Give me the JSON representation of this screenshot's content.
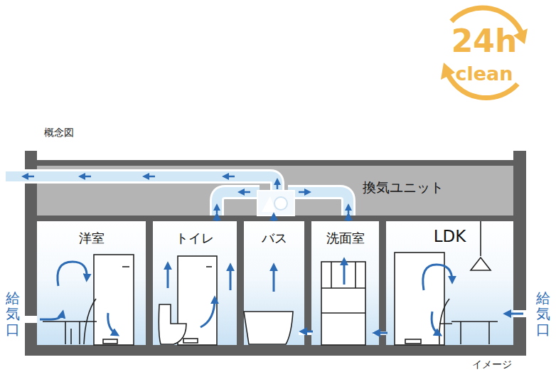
{
  "diagram": {
    "title": "概念図",
    "nodes": [
      {
        "text": [
          "換気ユニット"
        ]
      },
      {
        "text": [
          "洋室"
        ]
      },
      {
        "text": [
          "トイレ"
        ]
      },
      {
        "text": [
          "バス"
        ]
      },
      {
        "text": [
          "洗面室"
        ]
      },
      {
        "text": [
          "LDK"
        ]
      }
    ],
    "edges": [
      {
        "from": 2,
        "to": 0,
        "arrow": "to"
      },
      {
        "from": 3,
        "to": 0,
        "arrow": "to"
      },
      {
        "from": 4,
        "to": 0,
        "arrow": "to"
      }
    ],
    "labels": [
      "24h",
      "clean",
      "給気口",
      "給気口",
      "イメージ"
    ]
  }
}
